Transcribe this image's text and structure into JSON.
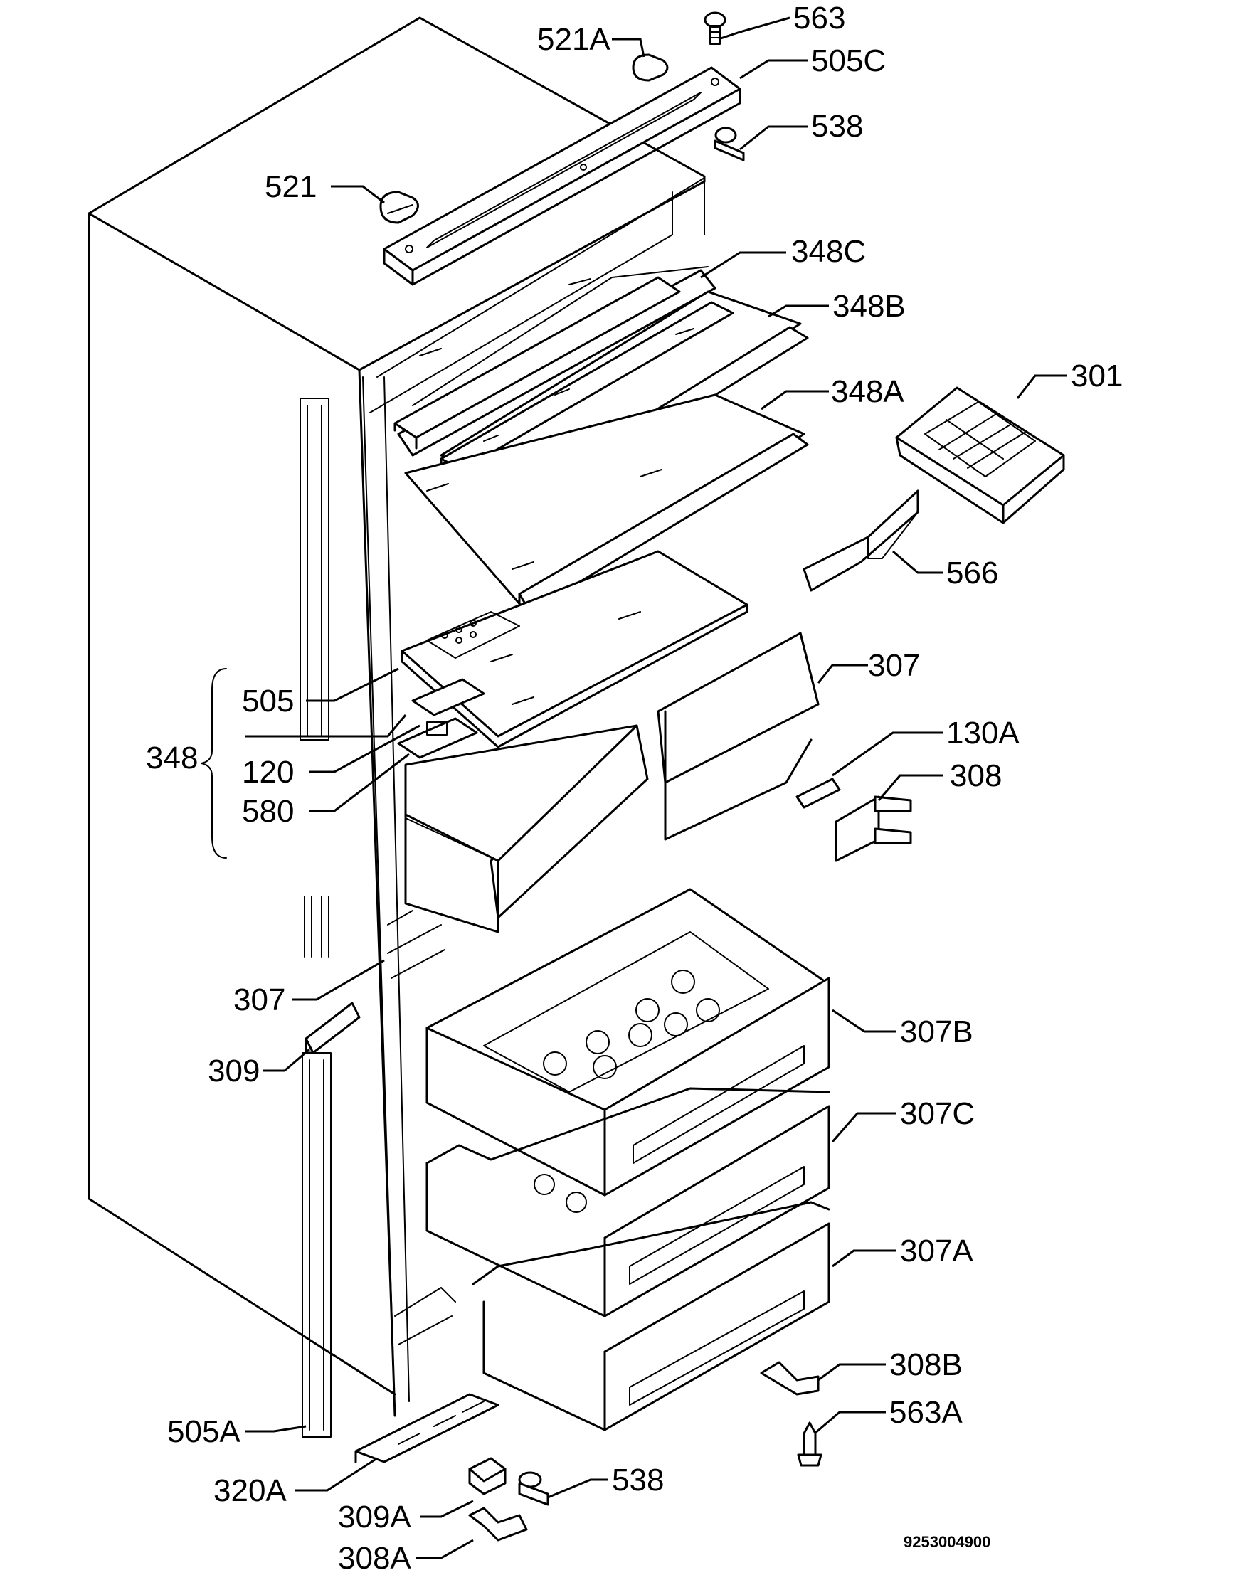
{
  "diagram": {
    "labels": {
      "l563": "563",
      "l521A": "521A",
      "l505C": "505C",
      "l538t": "538",
      "l521": "521",
      "l348C": "348C",
      "l348B": "348B",
      "l348A": "348A",
      "l301": "301",
      "l566": "566",
      "l307t": "307",
      "l505": "505",
      "l348": "348",
      "l120": "120",
      "l580": "580",
      "l130A": "130A",
      "l308": "308",
      "l307m": "307",
      "l307B": "307B",
      "l309": "309",
      "l307C": "307C",
      "l307A": "307A",
      "l308B": "308B",
      "l563A": "563A",
      "l505A": "505A",
      "l320A": "320A",
      "l538b": "538",
      "l309A": "309A",
      "l308A": "308A"
    },
    "document_number": "9253004900"
  }
}
